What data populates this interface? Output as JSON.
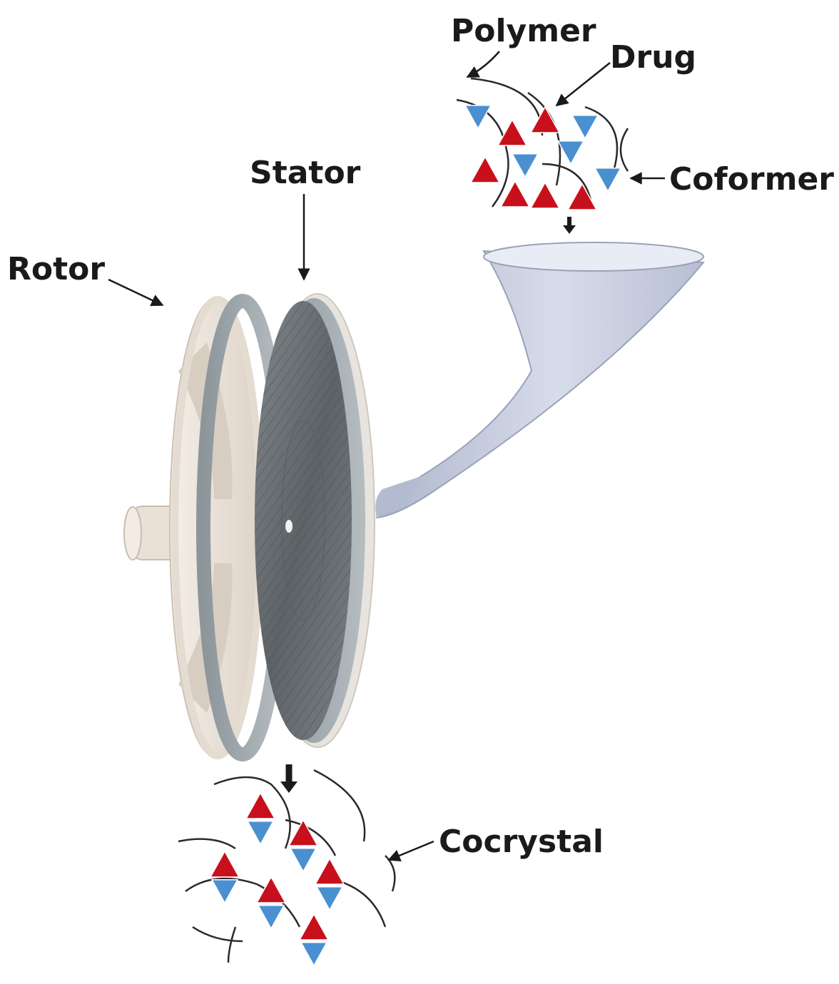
{
  "labels": {
    "polymer": "Polymer",
    "drug": "Drug",
    "coformer": "Coformer",
    "stator": "Stator",
    "rotor": "Rotor",
    "cocrystal": "Cocrystal"
  },
  "colors": {
    "drug": "#c8101c",
    "coformer": "#4a90d0",
    "stator_disk": "#6f7578",
    "stator_rim": "#9aa3a8",
    "rotor_body": "#efe8e0",
    "hopper": "#c9d0e2"
  }
}
